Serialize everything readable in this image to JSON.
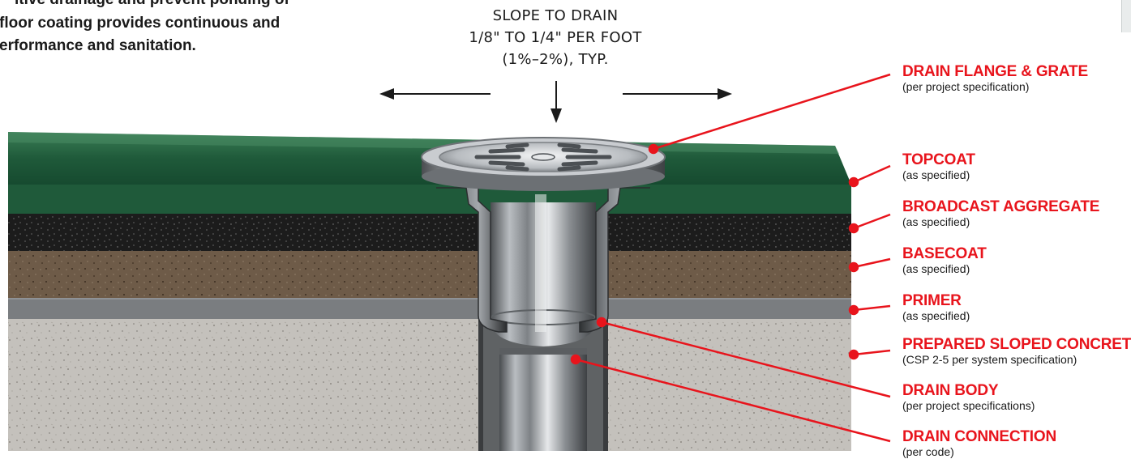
{
  "intro_text": {
    "lines": [
      "itive drainage and prevent ponding of",
      "floor coating provides continuous and",
      "erformance and sanitation."
    ]
  },
  "slope_note": {
    "lines": [
      "SLOPE TO DRAIN",
      "1/8\" TO 1/4\" PER FOOT",
      "(1%–2%), TYP."
    ]
  },
  "callouts": [
    {
      "title": "DRAIN FLANGE & GRATE",
      "subtitle": "(per project specification)"
    },
    {
      "title": "TOPCOAT",
      "subtitle": "(as specified)"
    },
    {
      "title": "BROADCAST AGGREGATE",
      "subtitle": "(as specified)"
    },
    {
      "title": "BASECOAT",
      "subtitle": "(as specified)"
    },
    {
      "title": "PRIMER",
      "subtitle": "(as specified)"
    },
    {
      "title": "PREPARED SLOPED CONCRETE",
      "subtitle": "(CSP 2-5 per system specification)"
    },
    {
      "title": "DRAIN BODY",
      "subtitle": "(per project specifications)"
    },
    {
      "title": "DRAIN CONNECTION",
      "subtitle": "(per code)"
    }
  ],
  "colors": {
    "callout_red": "#e8141c",
    "topcoat_green": "#1f5a3a",
    "broadcast_black": "#1c1c1c",
    "basecoat_brown": "#6e5b48",
    "primer_gray": "#7a7d80",
    "concrete_gray": "#c4c1bc",
    "steel": "#a9adb1"
  },
  "icons": [
    "arrow-left-icon",
    "arrow-down-icon",
    "arrow-right-icon",
    "floor-drain-icon"
  ]
}
